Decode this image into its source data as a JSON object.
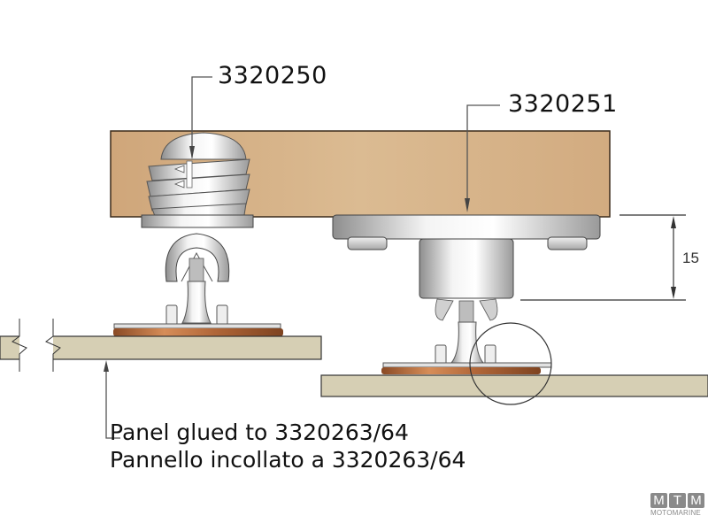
{
  "labels": {
    "part_left": "3320250",
    "part_right": "3320251",
    "dimension": "15",
    "caption_en": "Panel glued to 3320263/64",
    "caption_it": "Pannello incollato a 3320263/64"
  },
  "logo": {
    "letters": [
      "M",
      "T",
      "M"
    ],
    "name": "MOTOMARINE"
  },
  "colors": {
    "wood": "#d7b48a",
    "panel": "#d6cfb4",
    "metal": "#d9d9d9",
    "copper": "#b8703f",
    "line": "#333333"
  }
}
